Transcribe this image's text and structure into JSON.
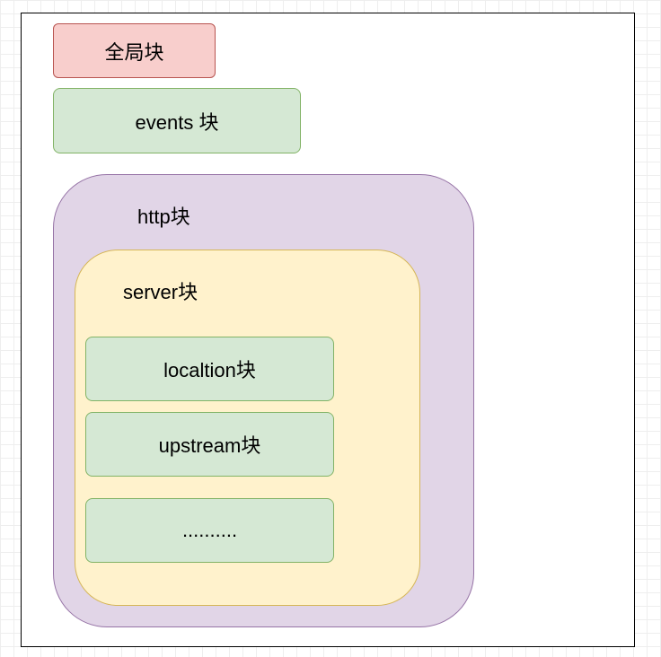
{
  "diagram": {
    "global_block": {
      "label": "全局块",
      "fill": "#f8cecc",
      "stroke": "#b85450"
    },
    "events_block": {
      "label": "events 块",
      "fill": "#d5e8d4",
      "stroke": "#82b366"
    },
    "http_block": {
      "label": "http块",
      "fill": "#e1d5e7",
      "stroke": "#9673a6"
    },
    "server_block": {
      "label": "server块",
      "fill": "#fff2cc",
      "stroke": "#d6b656"
    },
    "location_block": {
      "label": "localtion块",
      "fill": "#d5e8d4",
      "stroke": "#82b366"
    },
    "upstream_block": {
      "label": "upstream块",
      "fill": "#d5e8d4",
      "stroke": "#82b366"
    },
    "more_block": {
      "label": "..........",
      "fill": "#d5e8d4",
      "stroke": "#82b366"
    }
  }
}
